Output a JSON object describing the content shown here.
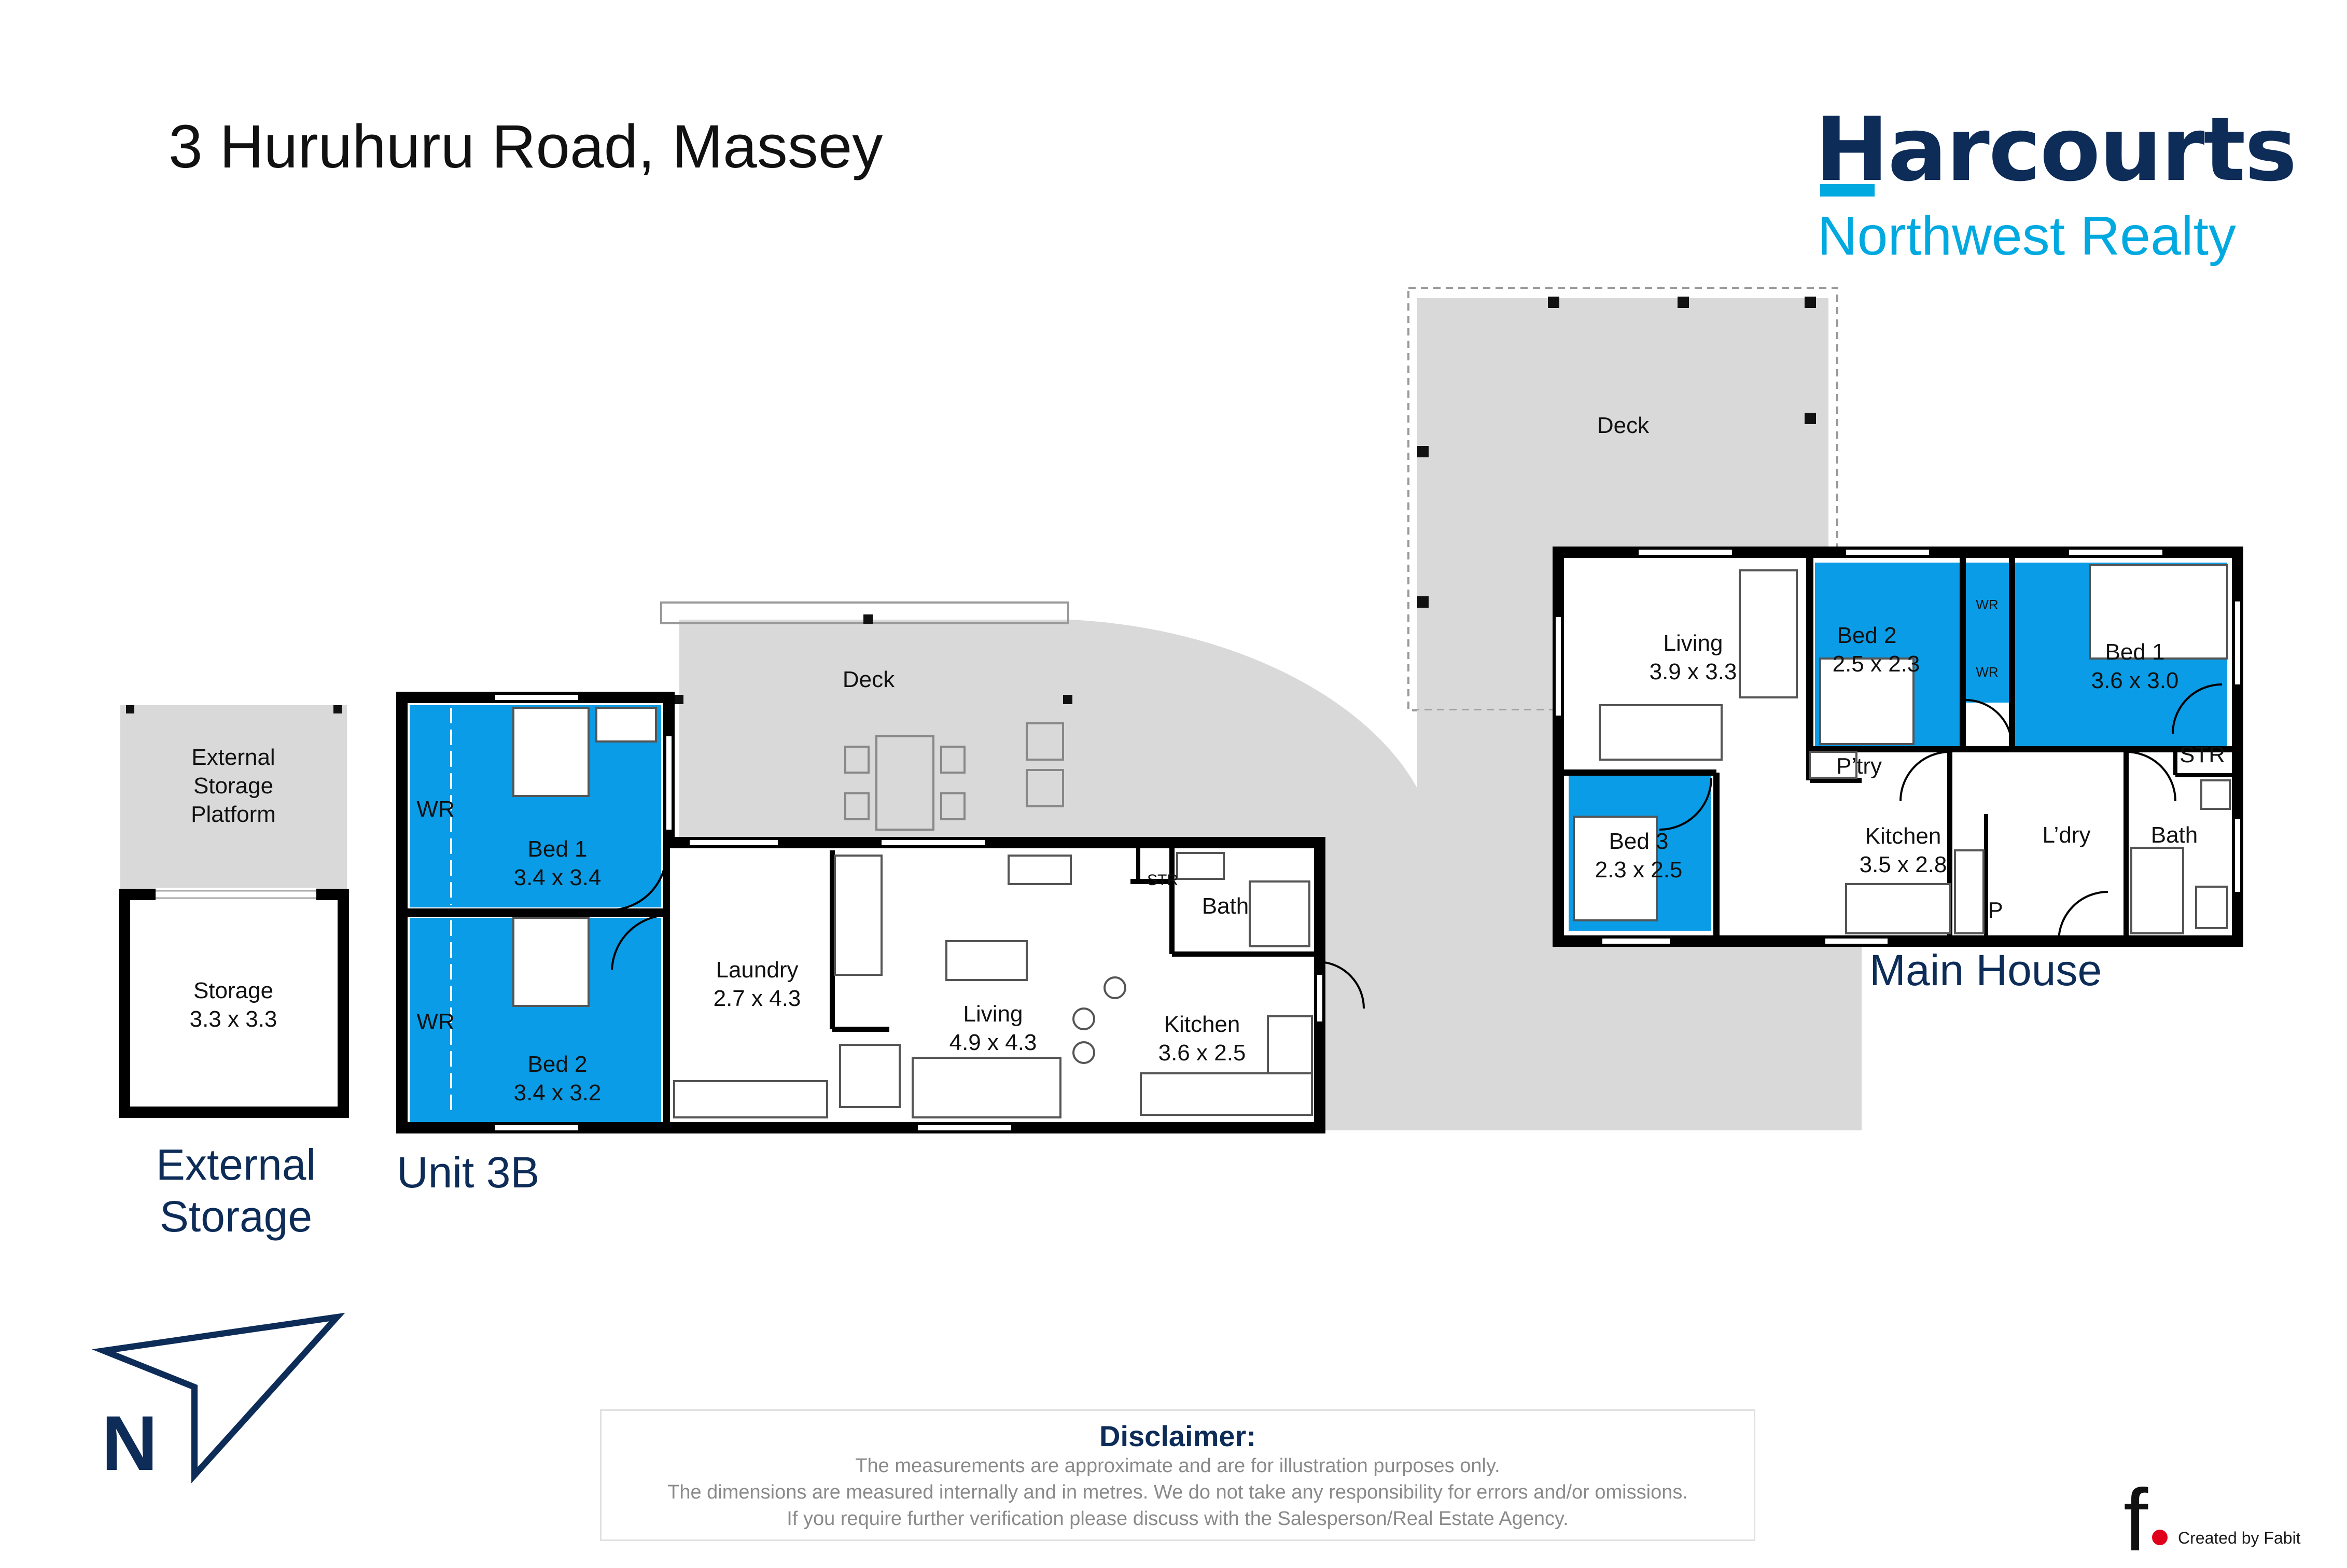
{
  "header": {
    "title": "3 Huruhuru Road, Massey"
  },
  "branding": {
    "logo_text": "Harcourts",
    "subtitle": "Northwest Realty",
    "primary_color": "#0d2c58",
    "accent_color": "#00a9e0"
  },
  "colors": {
    "bedroom_fill": "#0a9ce6",
    "deck_fill": "#d9d9d9",
    "wall": "#000000"
  },
  "buildings": {
    "external_storage": {
      "label": "External Storage",
      "rooms": {
        "platform": "External Storage Platform",
        "storage_name": "Storage",
        "storage_dims": "3.3 x 3.3"
      }
    },
    "unit_3b": {
      "label": "Unit 3B",
      "rooms": {
        "wr_1": "WR",
        "wr_2": "WR",
        "bed1_name": "Bed 1",
        "bed1_dims": "3.4 x 3.4",
        "bed2_name": "Bed 2",
        "bed2_dims": "3.4 x 3.2",
        "deck": "Deck",
        "laundry_name": "Laundry",
        "laundry_dims": "2.7 x 4.3",
        "living_name": "Living",
        "living_dims": "4.9 x 4.3",
        "str": "STR",
        "bath": "Bath",
        "kitchen_name": "Kitchen",
        "kitchen_dims": "3.6 x 2.5"
      }
    },
    "main_house": {
      "label": "Main House",
      "rooms": {
        "deck": "Deck",
        "living_name": "Living",
        "living_dims": "3.9 x 3.3",
        "bed2_name": "Bed 2",
        "bed2_dims": "2.5 x 2.3",
        "wr_1": "WR",
        "wr_2": "WR",
        "bed1_name": "Bed 1",
        "bed1_dims": "3.6 x 3.0",
        "str": "STR",
        "pantry": "P’try",
        "bed3_name": "Bed 3",
        "bed3_dims": "2.3 x 2.5",
        "kitchen_name": "Kitchen",
        "kitchen_dims": "3.5 x 2.8",
        "laundry": "L’dry",
        "bath": "Bath",
        "p": "P"
      }
    }
  },
  "compass": {
    "label": "N",
    "icon": "north-arrow-icon"
  },
  "disclaimer": {
    "heading": "Disclaimer:",
    "lines": [
      "The measurements are approximate and are for illustration purposes only.",
      "The dimensions are measured internally and in metres. We do not take any responsibility for errors and/or omissions.",
      "If you require further verification please discuss with the Salesperson/Real Estate Agency."
    ]
  },
  "credit": {
    "text": "Created by Fabit",
    "icon": "fabit-logo-icon"
  }
}
